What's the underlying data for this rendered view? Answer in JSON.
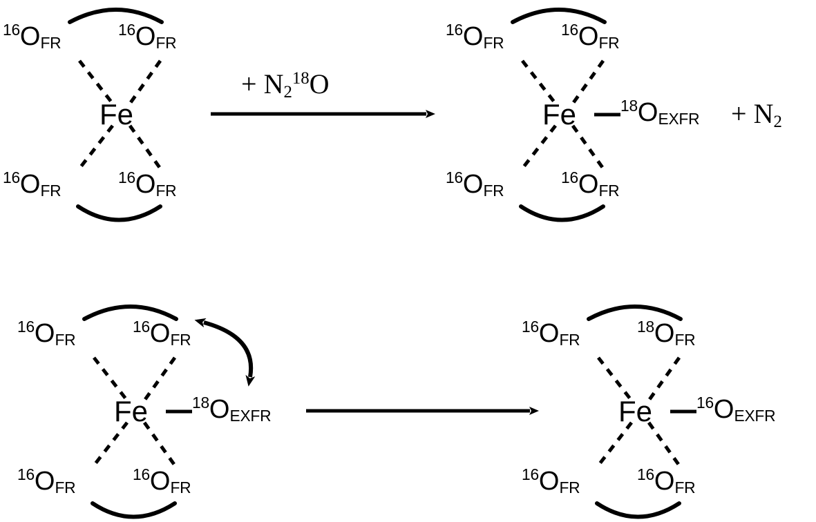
{
  "figure": {
    "kind": "chemical-reaction-mechanism",
    "background_color": "#ffffff",
    "stroke_color": "#000000"
  },
  "steps": [
    {
      "id": "step-1",
      "reactant": {
        "center_label": "Fe",
        "ligands": {
          "top_left": {
            "mass": "16",
            "element": "O",
            "site": "FR"
          },
          "top_right": {
            "mass": "16",
            "element": "O",
            "site": "FR"
          },
          "bottom_left": {
            "mass": "16",
            "element": "O",
            "site": "FR"
          },
          "bottom_right": {
            "mass": "16",
            "element": "O",
            "site": "FR"
          }
        },
        "bonded_oxygen": null
      },
      "arrow": {
        "type": "straight-right",
        "above_label": {
          "plus": "+",
          "formula_n": "N",
          "formula_n_sub": "2",
          "formula_o_sup": "18",
          "formula_o": "O"
        }
      },
      "product": {
        "center_label": "Fe",
        "ligands": {
          "top_left": {
            "mass": "16",
            "element": "O",
            "site": "FR"
          },
          "top_right": {
            "mass": "16",
            "element": "O",
            "site": "FR"
          },
          "bottom_left": {
            "mass": "16",
            "element": "O",
            "site": "FR"
          },
          "bottom_right": {
            "mass": "16",
            "element": "O",
            "site": "FR"
          }
        },
        "bonded_oxygen": {
          "mass": "18",
          "element": "O",
          "site": "EXFR"
        }
      },
      "coproduct": {
        "plus": "+",
        "formula_n": "N",
        "formula_n_sub": "2"
      }
    },
    {
      "id": "step-2",
      "reactant": {
        "center_label": "Fe",
        "ligands": {
          "top_left": {
            "mass": "16",
            "element": "O",
            "site": "FR"
          },
          "top_right": {
            "mass": "16",
            "element": "O",
            "site": "FR"
          },
          "bottom_left": {
            "mass": "16",
            "element": "O",
            "site": "FR"
          },
          "bottom_right": {
            "mass": "16",
            "element": "O",
            "site": "FR"
          }
        },
        "bonded_oxygen": {
          "mass": "18",
          "element": "O",
          "site": "EXFR"
        },
        "exchange_arrow": {
          "type": "curved-double-headed",
          "from": "bonded-oxygen",
          "to": "top-right-ligand"
        }
      },
      "arrow": {
        "type": "straight-right",
        "above_label": null
      },
      "product": {
        "center_label": "Fe",
        "ligands": {
          "top_left": {
            "mass": "16",
            "element": "O",
            "site": "FR"
          },
          "top_right": {
            "mass": "18",
            "element": "O",
            "site": "FR"
          },
          "bottom_left": {
            "mass": "16",
            "element": "O",
            "site": "FR"
          },
          "bottom_right": {
            "mass": "16",
            "element": "O",
            "site": "FR"
          }
        },
        "bonded_oxygen": {
          "mass": "16",
          "element": "O",
          "site": "EXFR"
        }
      },
      "coproduct": null
    }
  ]
}
